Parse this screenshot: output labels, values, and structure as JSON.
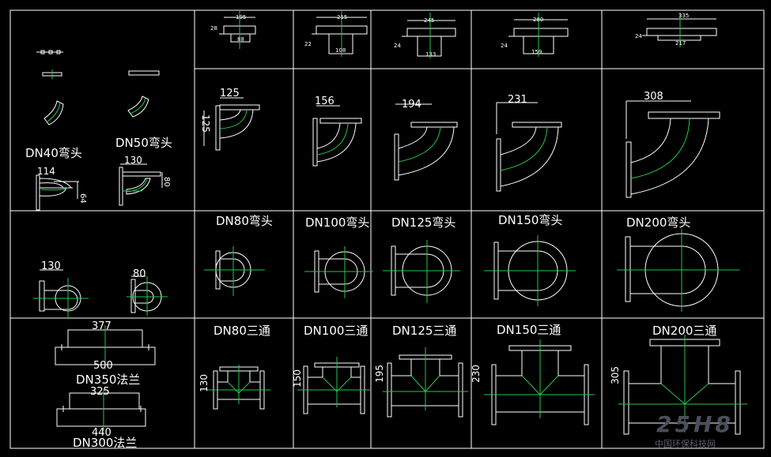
{
  "colors": {
    "background": "#000000",
    "line": "#ffffff",
    "centerline": "#22c94a",
    "watermark": "#4a4f5a"
  },
  "top_dims": [
    {
      "top": "195",
      "bottom": "88",
      "side": "28"
    },
    {
      "top": "215",
      "bottom": "108",
      "side": "22"
    },
    {
      "top": "245",
      "bottom": "133",
      "side": "24"
    },
    {
      "top": "280",
      "bottom": "159",
      "side": "24"
    },
    {
      "top": "335",
      "bottom": "217",
      "side": "24"
    }
  ],
  "elbow_dims": [
    "125",
    "156",
    "194",
    "231",
    "308"
  ],
  "elbow_side_dim": "125",
  "small_elbows": [
    {
      "label": "DN40弯头",
      "dim_w": "114",
      "dim_h": "64"
    },
    {
      "label": "DN50弯头",
      "dim_w": "130",
      "dim_h": "80"
    }
  ],
  "small_front_dims": [
    "130",
    "80"
  ],
  "elbow_labels": [
    "DN80弯头",
    "DN100弯头",
    "DN125弯头",
    "DN150弯头",
    "DN200弯头"
  ],
  "tee_labels": [
    "DN80三通",
    "DN100三通",
    "DN125三通",
    "DN150三通",
    "DN200三通"
  ],
  "tee_dims": [
    "130",
    "150",
    "195",
    "230",
    "305"
  ],
  "flanges": [
    {
      "inner": "377",
      "outer": "500",
      "label": "DN350法兰"
    },
    {
      "inner": "325",
      "outer": "440",
      "label": "DN300法兰"
    }
  ],
  "watermark": {
    "logo": "25H8",
    "text": "中国环保科技网"
  }
}
